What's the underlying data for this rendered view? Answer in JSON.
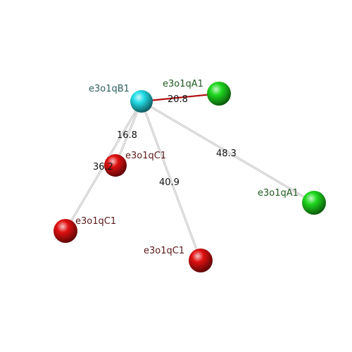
{
  "colors": {
    "cyan": "#22dde6",
    "green": "#1ed81e",
    "red": "#e01010",
    "edge_default": "#c8c8c8",
    "edge_highlight": "#b01010",
    "label_b": "#2b5f5f",
    "label_a": "#1f5a1f",
    "label_c": "#5a1818"
  },
  "nodes": [
    {
      "id": "n0",
      "label": "e3o1qB1",
      "color": "cyan",
      "label_color": "label_b"
    },
    {
      "id": "n1",
      "label": "e3o1qA1",
      "color": "green",
      "label_color": "label_a"
    },
    {
      "id": "n2",
      "label": "e3o1qC1",
      "color": "red",
      "label_color": "label_c"
    },
    {
      "id": "n3",
      "label": "e3o1qA1",
      "color": "green",
      "label_color": "label_a"
    },
    {
      "id": "n4",
      "label": "e3o1qC1",
      "color": "red",
      "label_color": "label_c"
    },
    {
      "id": "n5",
      "label": "e3o1qC1",
      "color": "red",
      "label_color": "label_c"
    }
  ],
  "edges": [
    {
      "from": "n0",
      "to": "n1",
      "label": "20.8",
      "highlight": true
    },
    {
      "from": "n0",
      "to": "n2",
      "label": "16.8",
      "highlight": false
    },
    {
      "from": "n0",
      "to": "n3",
      "label": "48.3",
      "highlight": false
    },
    {
      "from": "n0",
      "to": "n4",
      "label": "36.2",
      "highlight": false
    },
    {
      "from": "n0",
      "to": "n5",
      "label": "40.9",
      "highlight": false
    }
  ]
}
